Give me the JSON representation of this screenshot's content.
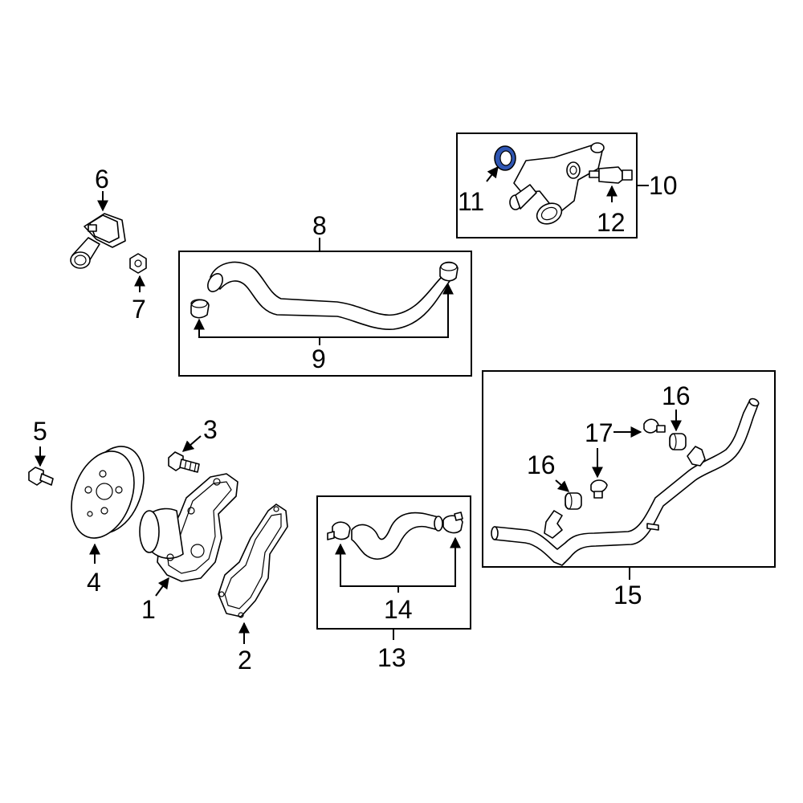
{
  "callouts": {
    "c1": "1",
    "c2": "2",
    "c3": "3",
    "c4": "4",
    "c5": "5",
    "c6": "6",
    "c7": "7",
    "c8": "8",
    "c9": "9",
    "c10": "10",
    "c11": "11",
    "c12": "12",
    "c13": "13",
    "c14": "14",
    "c15": "15",
    "c16a": "16",
    "c16b": "16",
    "c17": "17"
  },
  "colors": {
    "highlight": "#2f56b3",
    "line": "#000000",
    "background": "#ffffff"
  }
}
